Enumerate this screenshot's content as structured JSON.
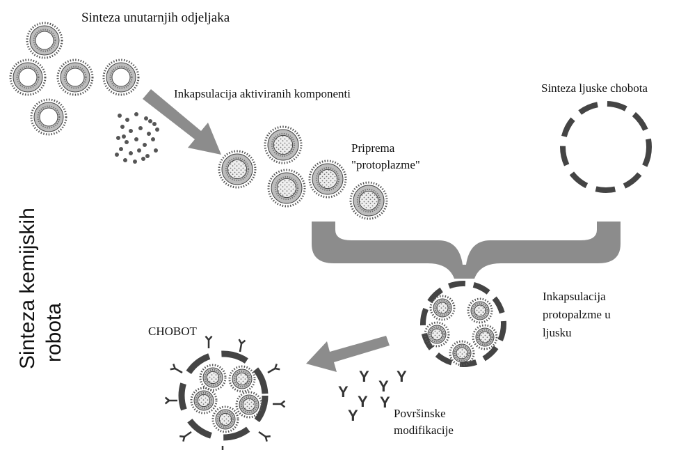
{
  "labels": {
    "sinteza_unutarnjih": "Sinteza unutarnjih odjeljaka",
    "inkapsulacija_aktiviranih": "Inkapsulacija aktiviranih komponenti",
    "sinteza_ljuske": "Sinteza ljuske chobota",
    "priprema_line1": "Priprema",
    "priprema_line2": "\"protoplazme\"",
    "inkapsulacija_protoplazme_line1": "Inkapsulacija",
    "inkapsulacija_protoplazme_line2": "protopalzme u",
    "inkapsulacija_protoplazme_line3": "ljusku",
    "chobot": "CHOBOT",
    "povrsinske_line1": "Površinske",
    "povrsinske_line2": "modifikacije",
    "side_line1": "Sinteza kemijskih",
    "side_line2": "robota"
  },
  "colors": {
    "arrow": "#8c8c8c",
    "shell": "#444444",
    "membrane": "#555555",
    "fill_light": "#e6e6e6",
    "dots": "#555555"
  }
}
